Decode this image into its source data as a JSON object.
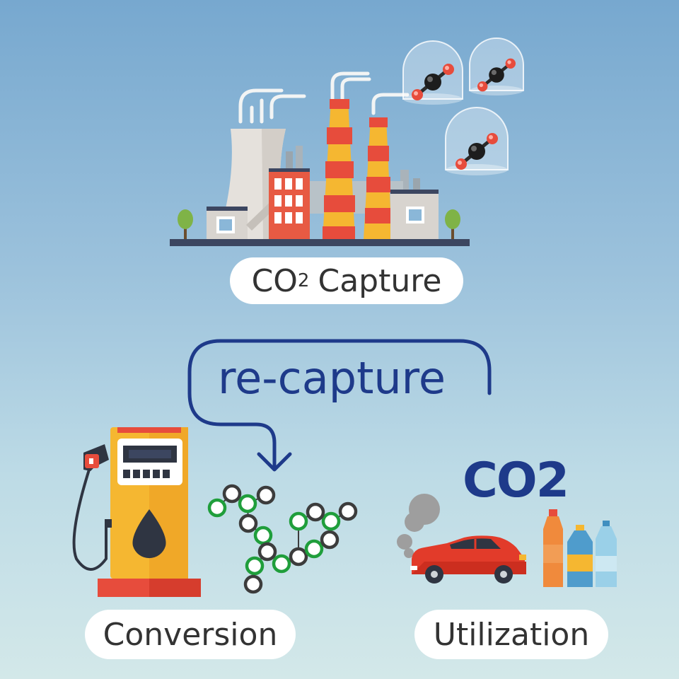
{
  "capture": {
    "label_main": "CO",
    "label_sub": "2",
    "label_rest": "Capture"
  },
  "recapture": {
    "label": "re-capture"
  },
  "conversion": {
    "label": "Conversion"
  },
  "utilization": {
    "label": "Utilization",
    "co2_label": "CO2"
  },
  "colors": {
    "arrow": "#1e3a8a",
    "chimney_red": "#e74c3c",
    "chimney_yellow": "#f5b731",
    "pump_yellow": "#f5b731",
    "car_red": "#e23b2a",
    "polymer_green": "#1f9e3b"
  },
  "icons": [
    "factory-icon",
    "co2-molecule-icon",
    "fuel-pump-icon",
    "polymer-chain-icon",
    "car-icon",
    "bottle-icon",
    "smoke-icon"
  ]
}
